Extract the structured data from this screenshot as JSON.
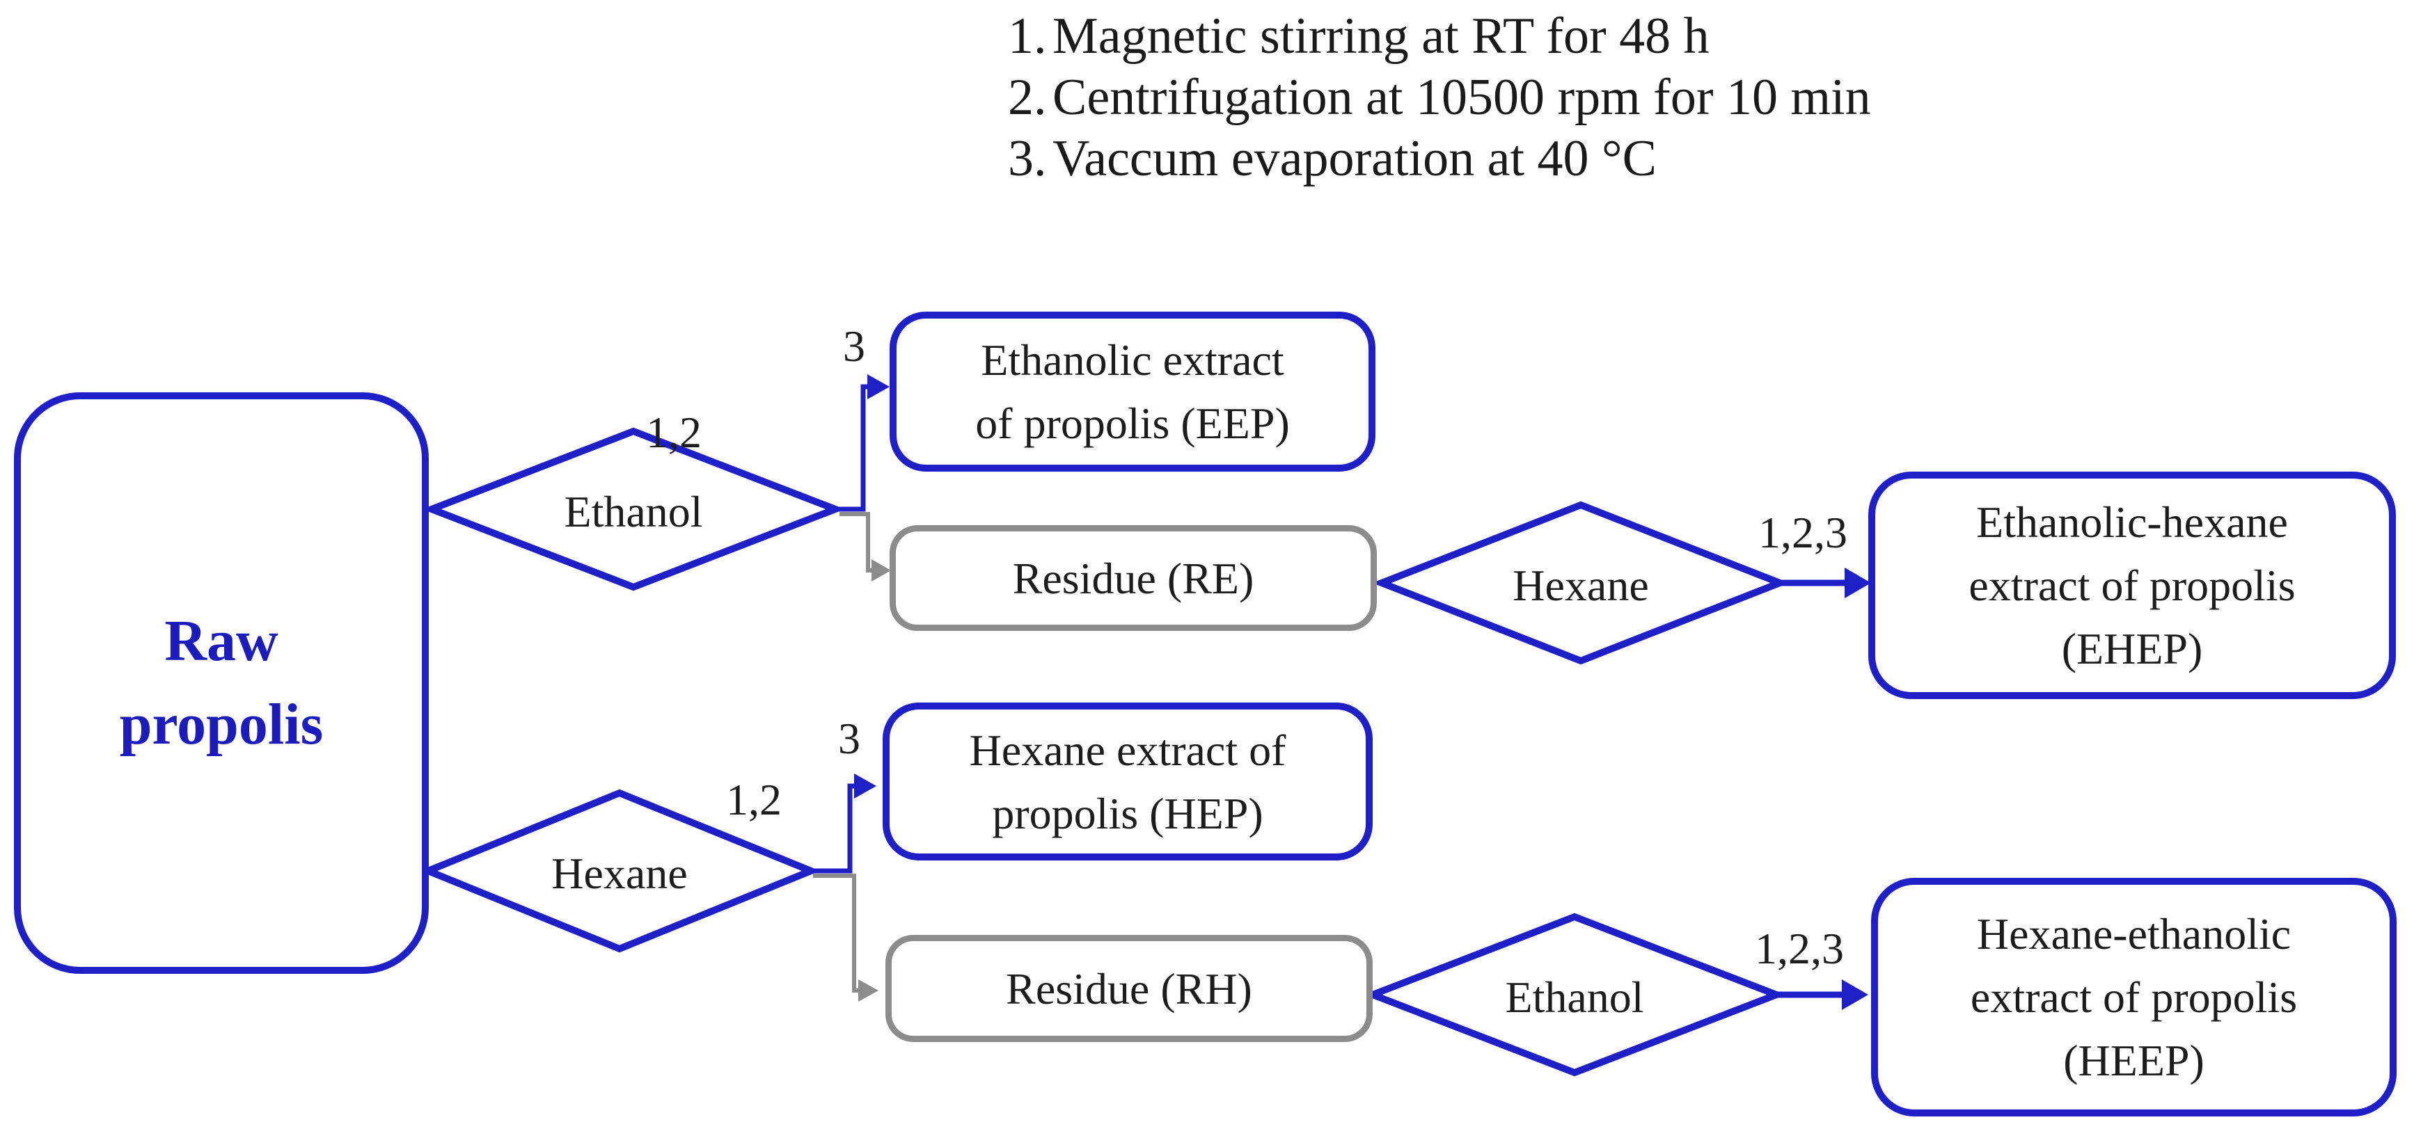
{
  "process_steps": {
    "items": [
      {
        "number": "1.",
        "text": "Magnetic stirring at RT for 48 h"
      },
      {
        "number": "2.",
        "text": "Centrifugation at 10500 rpm for 10 min"
      },
      {
        "number": "3.",
        "text": "Vaccum evaporation at 40 °C"
      }
    ]
  },
  "nodes": {
    "raw": {
      "lines": [
        "Raw",
        "propolis"
      ]
    },
    "eep": {
      "lines": [
        "Ethanolic extract",
        "of propolis (EEP)"
      ]
    },
    "re": {
      "lines": [
        "Residue (RE)"
      ]
    },
    "ehep": {
      "lines": [
        "Ethanolic-hexane",
        "extract of propolis",
        "(EHEP)"
      ]
    },
    "hep": {
      "lines": [
        "Hexane extract of",
        "propolis (HEP)"
      ]
    },
    "rh": {
      "lines": [
        "Residue (RH)"
      ]
    },
    "heep": {
      "lines": [
        "Hexane-ethanolic",
        "extract of propolis",
        "(HEEP)"
      ]
    }
  },
  "diamonds": {
    "ethanol_top": "Ethanol",
    "hexane_top": "Hexane",
    "hexane_bottom": "Hexane",
    "ethanol_bottom": "Ethanol"
  },
  "edge_labels": {
    "steps_12_top": "1,2",
    "step_3_top": "3",
    "steps_123_top": "1,2,3",
    "steps_12_bottom": "1,2",
    "step_3_bottom": "3",
    "steps_123_bottom": "1,2,3"
  },
  "colors": {
    "blue": "#1f1fc8",
    "gray": "#8c8c8c",
    "text": "#1a1a1a",
    "background": "#ffffff"
  }
}
